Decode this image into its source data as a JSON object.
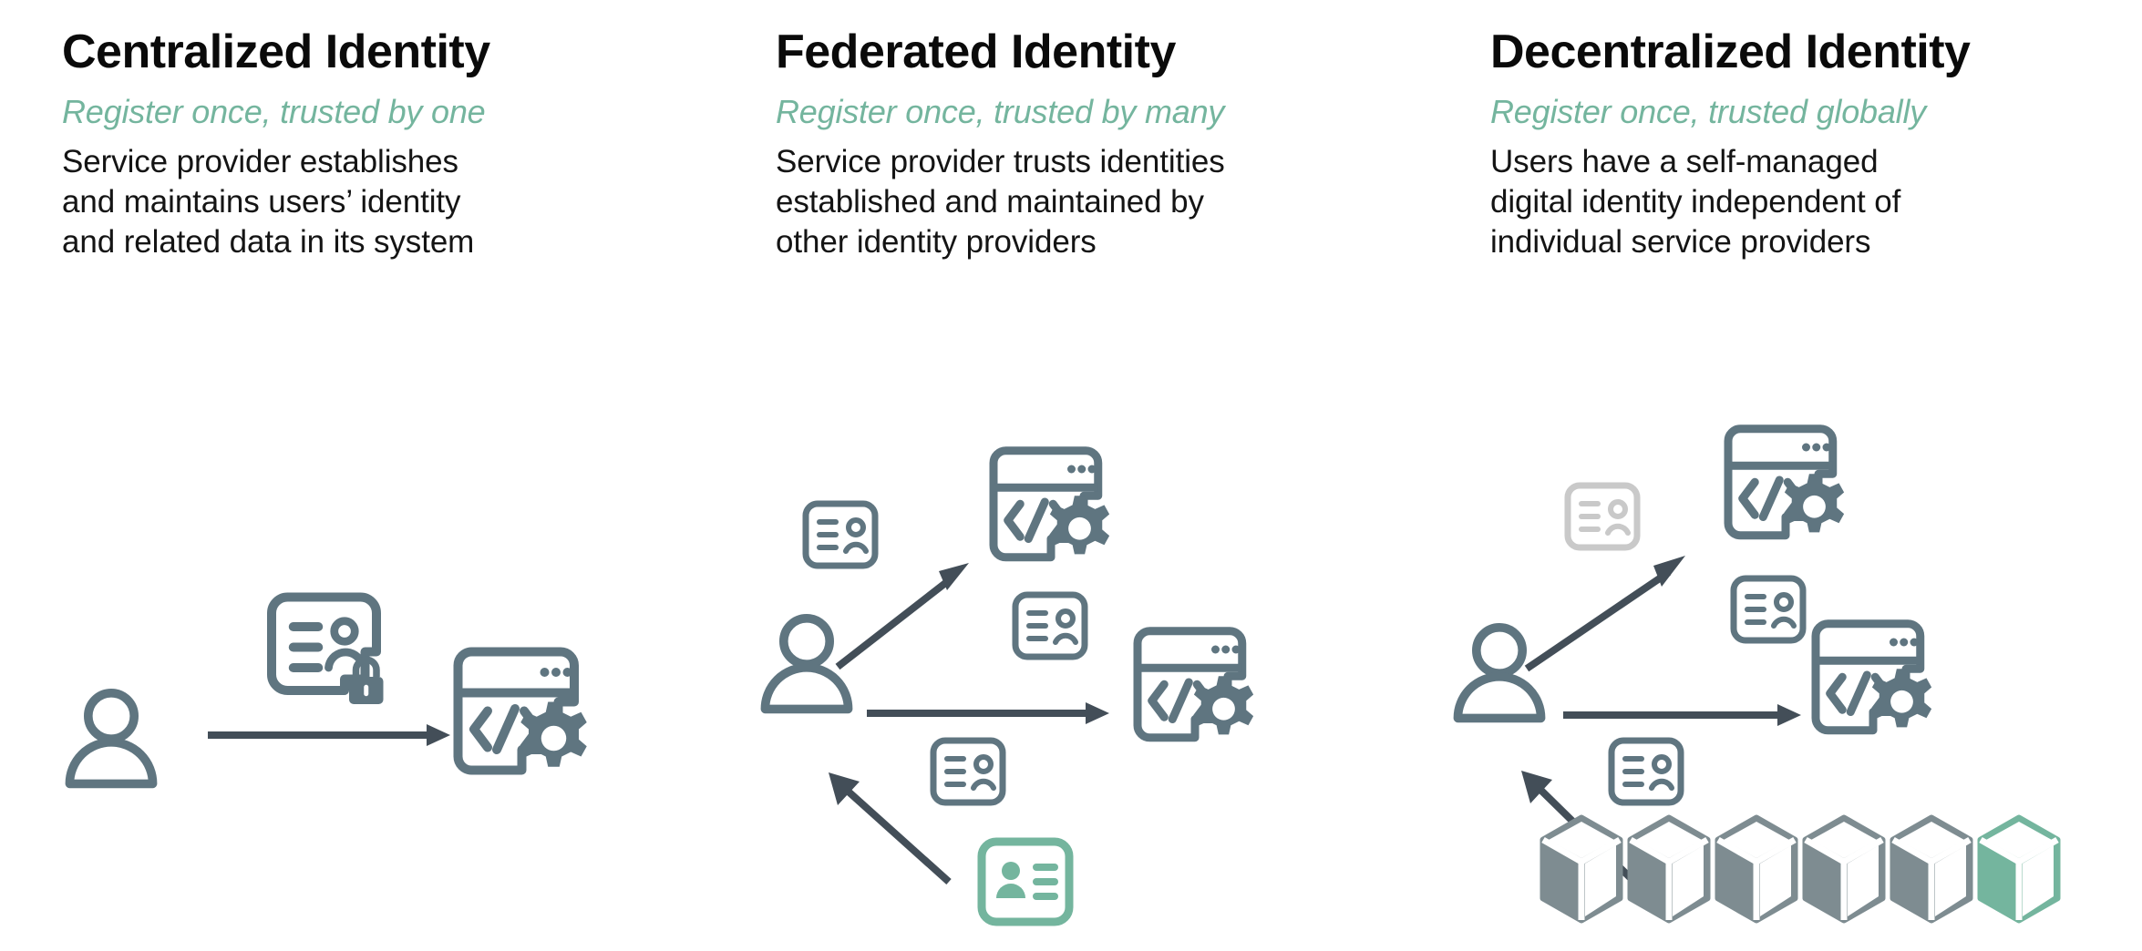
{
  "palette": {
    "icon_slate": "#5F7580",
    "arrow_dark": "#434E58",
    "accent_green": "#74b59e",
    "muted_gray": "#C9C9C9",
    "cube_gray": "#7E8C91",
    "title_black": "#0a0a0a",
    "background": "#ffffff"
  },
  "columns": [
    {
      "id": "centralized",
      "title": "Centralized Identity",
      "subtitle": "Register once, trusted by one",
      "body_lines": [
        "Service provider establishes",
        "and maintains users’ identity",
        "and related data in its system"
      ],
      "diagram": {
        "user_label": "user-avatar",
        "credential_label": "locked-id-card",
        "service_label": "service-provider",
        "arrow_count": 1,
        "id_card_count": 1,
        "service_count": 1,
        "has_lock": true,
        "has_idp_card": false,
        "has_blockchain": false
      }
    },
    {
      "id": "federated",
      "title": "Federated Identity",
      "subtitle": "Register once, trusted by many",
      "body_lines": [
        "Service provider trusts identities",
        "established and maintained by",
        "other identity providers"
      ],
      "diagram": {
        "user_label": "user-avatar",
        "credential_label": "id-card",
        "service_label": "service-provider",
        "arrow_count": 3,
        "id_card_count": 3,
        "service_count": 2,
        "has_lock": false,
        "has_idp_card": true,
        "has_blockchain": false
      }
    },
    {
      "id": "decentralized",
      "title": "Decentralized Identity",
      "subtitle": "Register once, trusted globally",
      "body_lines": [
        "Users have a self-managed",
        "digital identity independent of",
        "individual service providers"
      ],
      "diagram": {
        "user_label": "user-avatar",
        "credential_label": "id-card",
        "service_label": "service-provider",
        "arrow_count": 3,
        "id_card_count": 3,
        "service_count": 2,
        "has_lock": false,
        "has_idp_card": false,
        "has_blockchain": true,
        "blockchain_block_count": 6,
        "blockchain_highlight_index": 5,
        "faded_card_index": 0
      }
    }
  ],
  "icons": {
    "user": "user-avatar-icon",
    "id_card": "id-card-icon",
    "id_card_locked": "id-card-lock-icon",
    "id_card_green": "identity-provider-card-icon",
    "service": "service-provider-window-icon",
    "gear": "gear-icon",
    "code": "code-brackets-icon",
    "lock": "padlock-icon",
    "cube": "blockchain-cube-icon",
    "arrow": "arrow-icon"
  }
}
